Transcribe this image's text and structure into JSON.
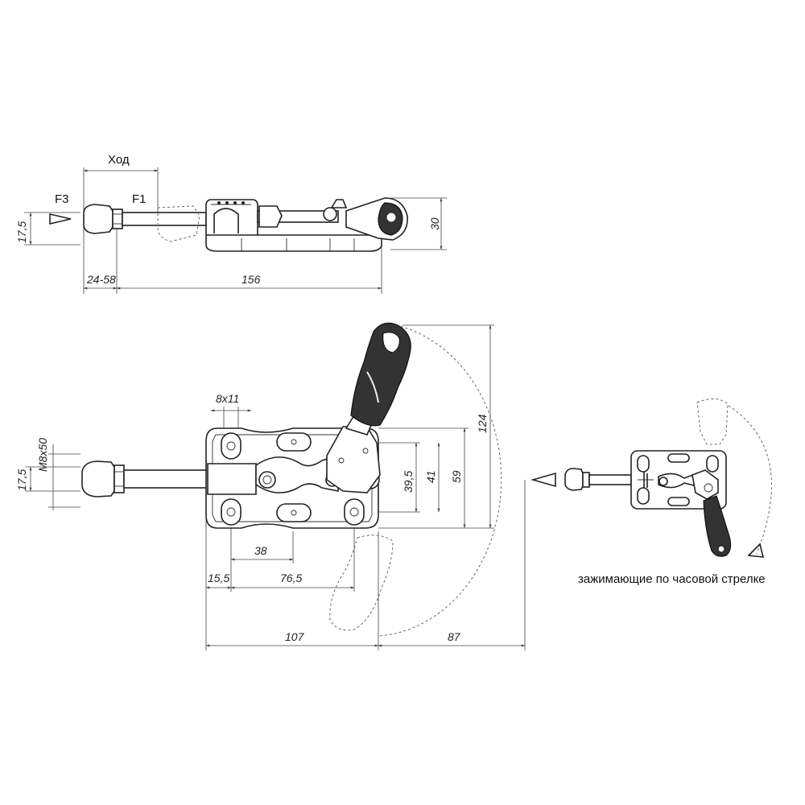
{
  "top_view": {
    "stroke_label": "Ход",
    "force_f3": "F3",
    "force_f1": "F1",
    "dim_height_left": "17,5",
    "dim_height_right": "30",
    "dim_adjust": "24-58",
    "dim_length": "156"
  },
  "front_view": {
    "dim_slot": "8x11",
    "dim_thread": "M8x50",
    "dim_height_left": "17,5",
    "dim_39_5": "39,5",
    "dim_41": "41",
    "dim_59": "59",
    "dim_124": "124",
    "dim_38": "38",
    "dim_15_5": "15,5",
    "dim_76_5": "76,5",
    "dim_107": "107",
    "dim_87": "87"
  },
  "small_view": {
    "caption": "зажимающие по часовой стрелке"
  }
}
